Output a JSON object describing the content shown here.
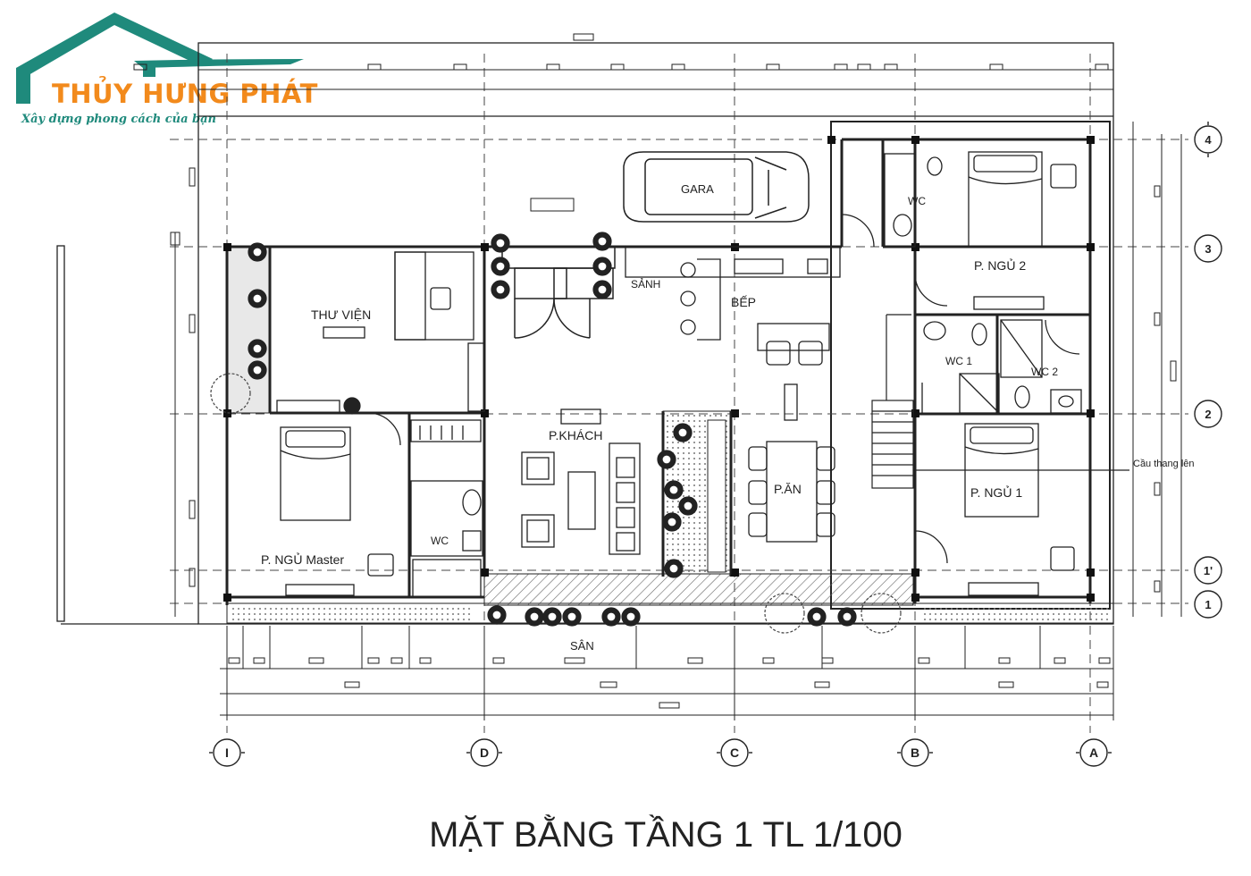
{
  "logo": {
    "brand": "THỦY HƯNG PHÁT",
    "slogan": "Xây dựng phong cách của bạn",
    "colors": {
      "roof": "#1f8a7c",
      "text": "#f28a1c"
    }
  },
  "plan": {
    "caption": "MẶT BẰNG  TẦNG 1 TL 1/100",
    "rooms": {
      "thu_vien": "THƯ VIỆN",
      "bed_master": "P. NGỦ Master",
      "wc_master": "WC",
      "phong_khach": "P.KHÁCH",
      "phong_an": "P.ĂN",
      "bep": "BẾP",
      "bed_2": "P. NGỦ 2",
      "bed_1": "P. NGỦ 1",
      "wc_1": "WC 1",
      "wc_2": "WC 2",
      "wc_top": "WC",
      "san": "SÂN",
      "garage": "GARA",
      "lobby": "SẢNH",
      "stair_label": "Cầu thang lên"
    },
    "axes": {
      "bottom": [
        "I",
        "D",
        "C",
        "B",
        "A"
      ],
      "right": [
        "4",
        "3",
        "2",
        "1'",
        "1"
      ]
    },
    "colors": {
      "line": "#222222",
      "column": "#111111",
      "hatch": "#555555"
    }
  }
}
